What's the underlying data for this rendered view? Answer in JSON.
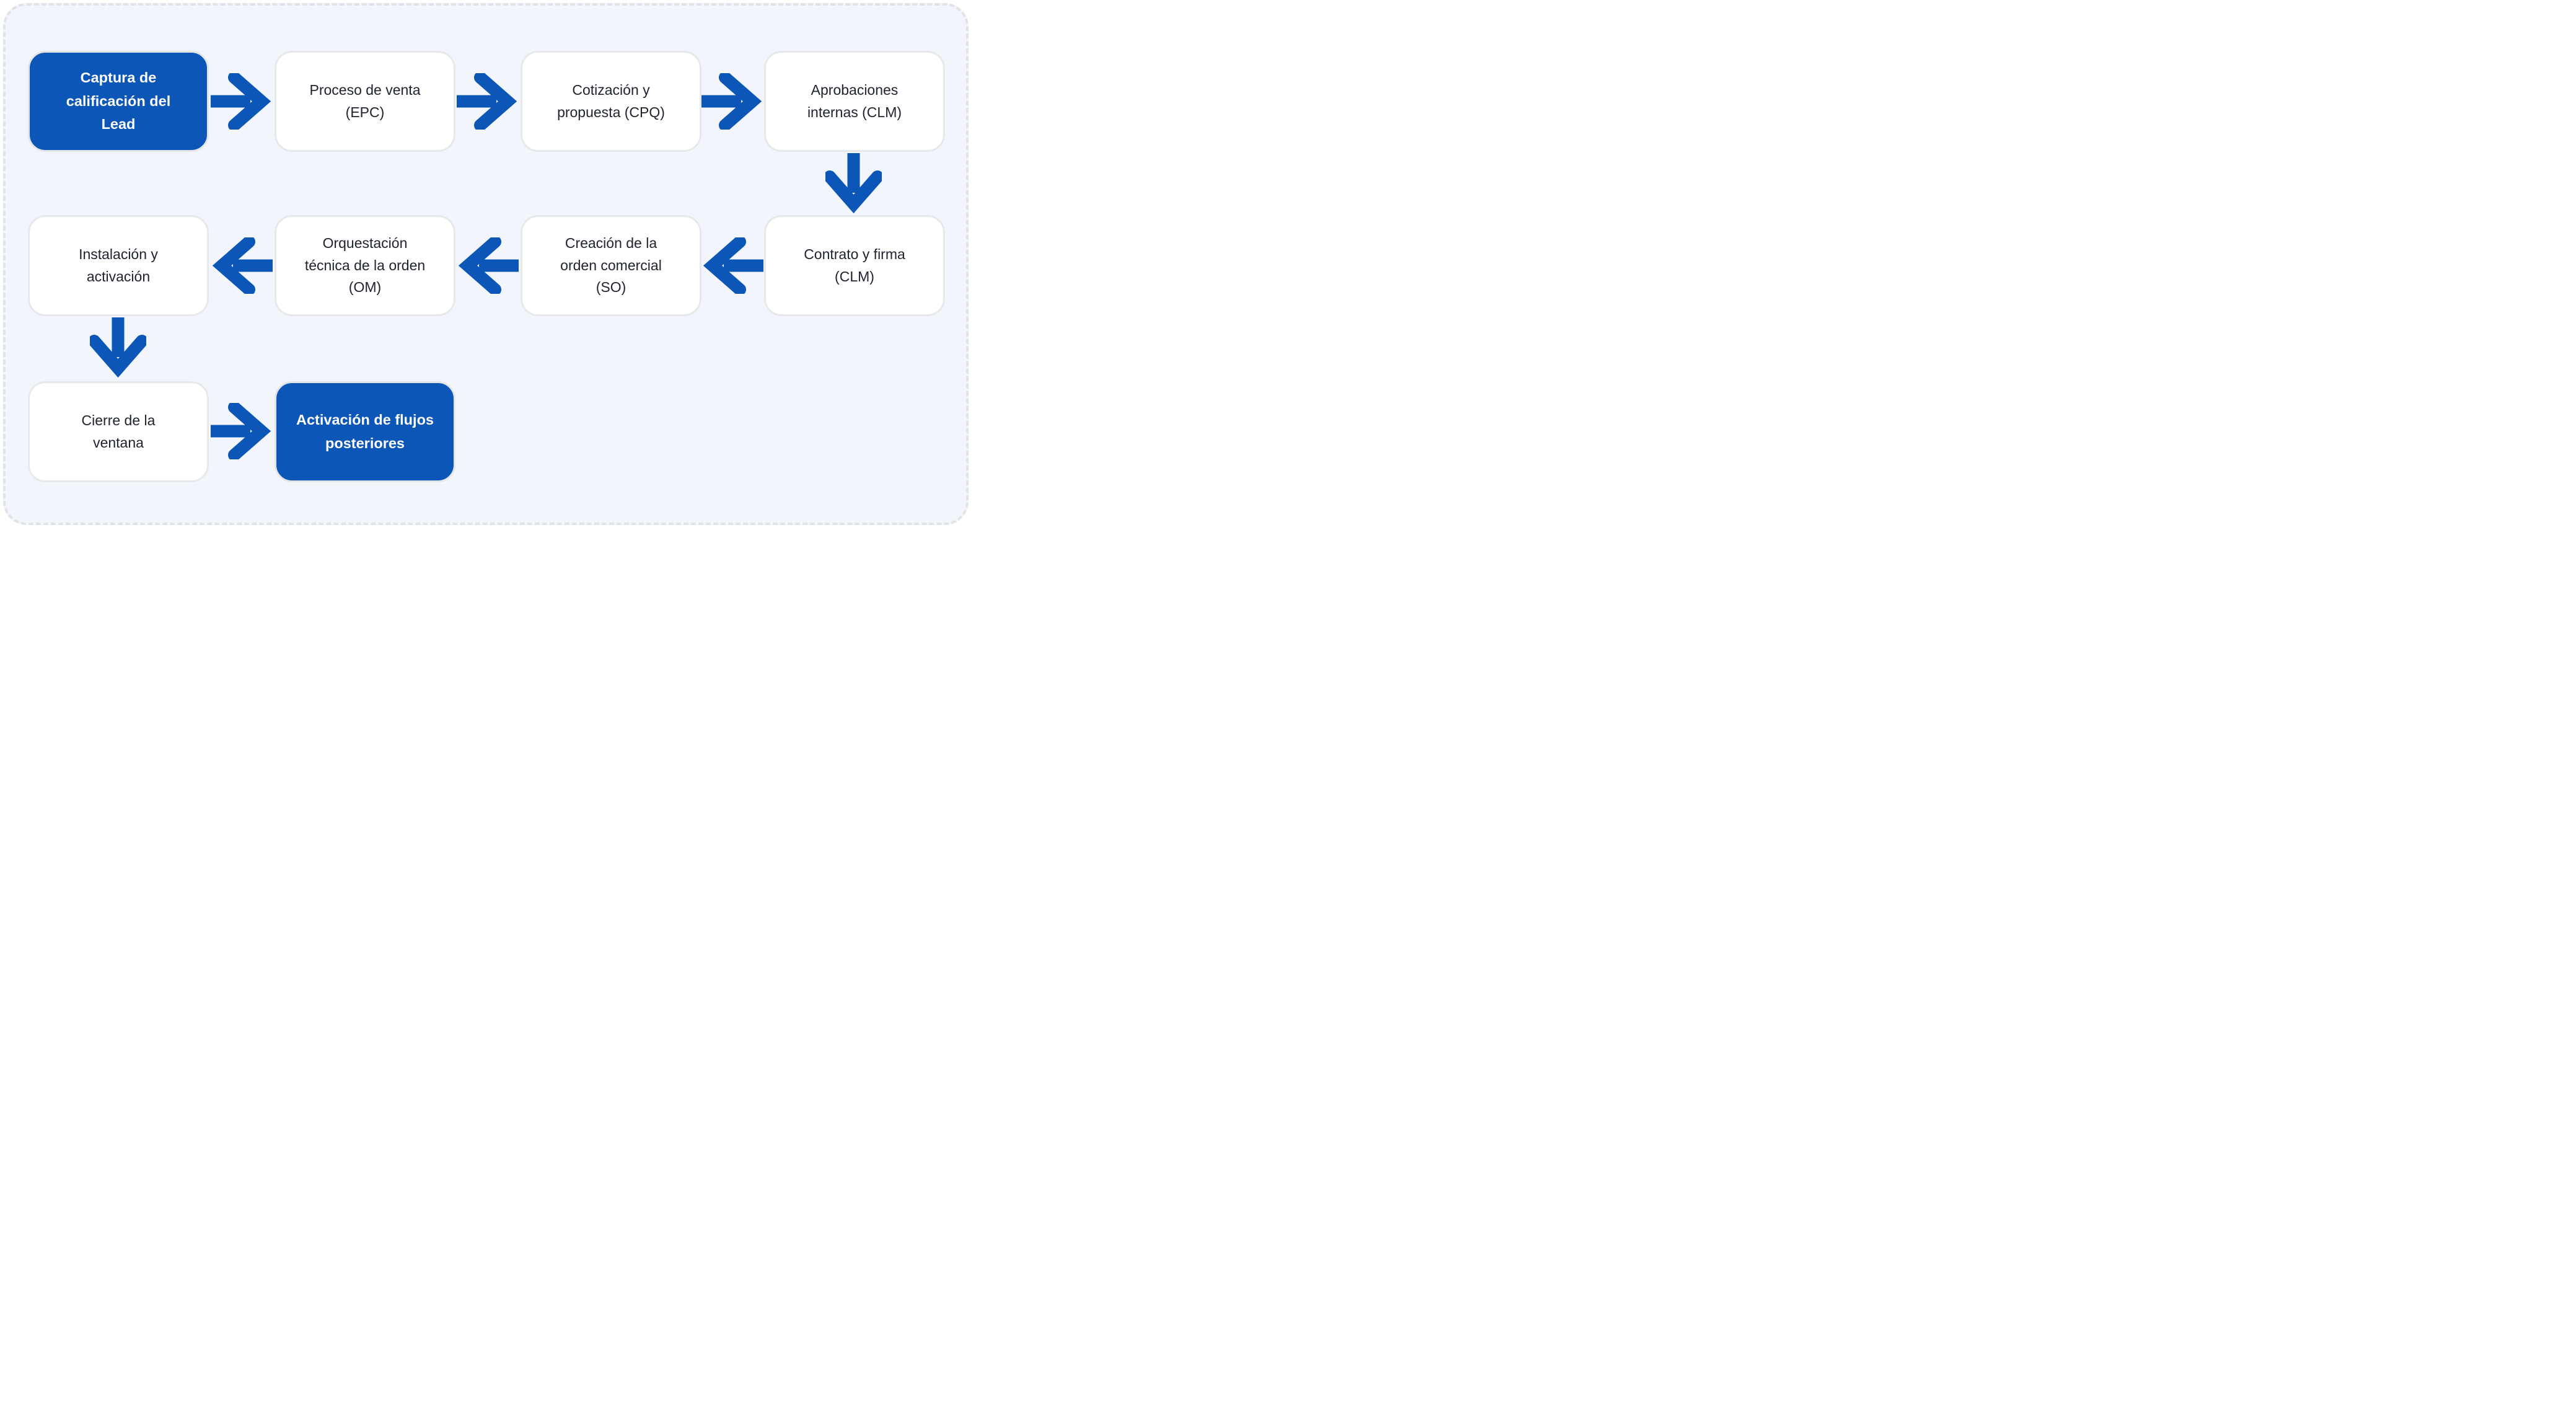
{
  "diagram": {
    "colors": {
      "accent_blue": "#0b56b6",
      "panel_background": "#f2f6fc",
      "panel_dashed_border": "#e2e3e6",
      "node_border": "#e7e8ea",
      "node_text": "#20242e",
      "primary_node_text": "#ffffff"
    },
    "nodes": [
      {
        "id": "captura-lead",
        "variant": "primary",
        "label": [
          "Captura de",
          "calificación del",
          "Lead"
        ]
      },
      {
        "id": "proceso-venta",
        "variant": "default",
        "label": [
          "Proceso de venta",
          "(EPC)"
        ]
      },
      {
        "id": "cotizacion-propuesta",
        "variant": "default",
        "label": [
          "Cotización y",
          "propuesta (CPQ)"
        ]
      },
      {
        "id": "aprobaciones-internas",
        "variant": "default",
        "label": [
          "Aprobaciones",
          "internas (CLM)"
        ]
      },
      {
        "id": "contrato-firma",
        "variant": "default",
        "label": [
          "Contrato y firma",
          "(CLM)"
        ]
      },
      {
        "id": "creacion-orden",
        "variant": "default",
        "label": [
          "Creación de la",
          "orden comercial",
          "(SO)"
        ]
      },
      {
        "id": "orquestacion-tecnica",
        "variant": "default",
        "label": [
          "Orquestación",
          "técnica de la orden",
          "(OM)"
        ]
      },
      {
        "id": "instalacion-activacion",
        "variant": "default",
        "label": [
          "Instalación y",
          "activación"
        ]
      },
      {
        "id": "cierre-ventana",
        "variant": "default",
        "label": [
          "Cierre de la",
          "ventana"
        ]
      },
      {
        "id": "activacion-flujos",
        "variant": "primary",
        "label": [
          "Activación de flujos",
          "posteriores"
        ]
      }
    ],
    "connections": [
      {
        "from": "captura-lead",
        "to": "proceso-venta",
        "direction": "right"
      },
      {
        "from": "proceso-venta",
        "to": "cotizacion-propuesta",
        "direction": "right"
      },
      {
        "from": "cotizacion-propuesta",
        "to": "aprobaciones-internas",
        "direction": "right"
      },
      {
        "from": "aprobaciones-internas",
        "to": "contrato-firma",
        "direction": "down"
      },
      {
        "from": "contrato-firma",
        "to": "creacion-orden",
        "direction": "left"
      },
      {
        "from": "creacion-orden",
        "to": "orquestacion-tecnica",
        "direction": "left"
      },
      {
        "from": "orquestacion-tecnica",
        "to": "instalacion-activacion",
        "direction": "left"
      },
      {
        "from": "instalacion-activacion",
        "to": "cierre-ventana",
        "direction": "down"
      },
      {
        "from": "cierre-ventana",
        "to": "activacion-flujos",
        "direction": "right"
      }
    ]
  }
}
